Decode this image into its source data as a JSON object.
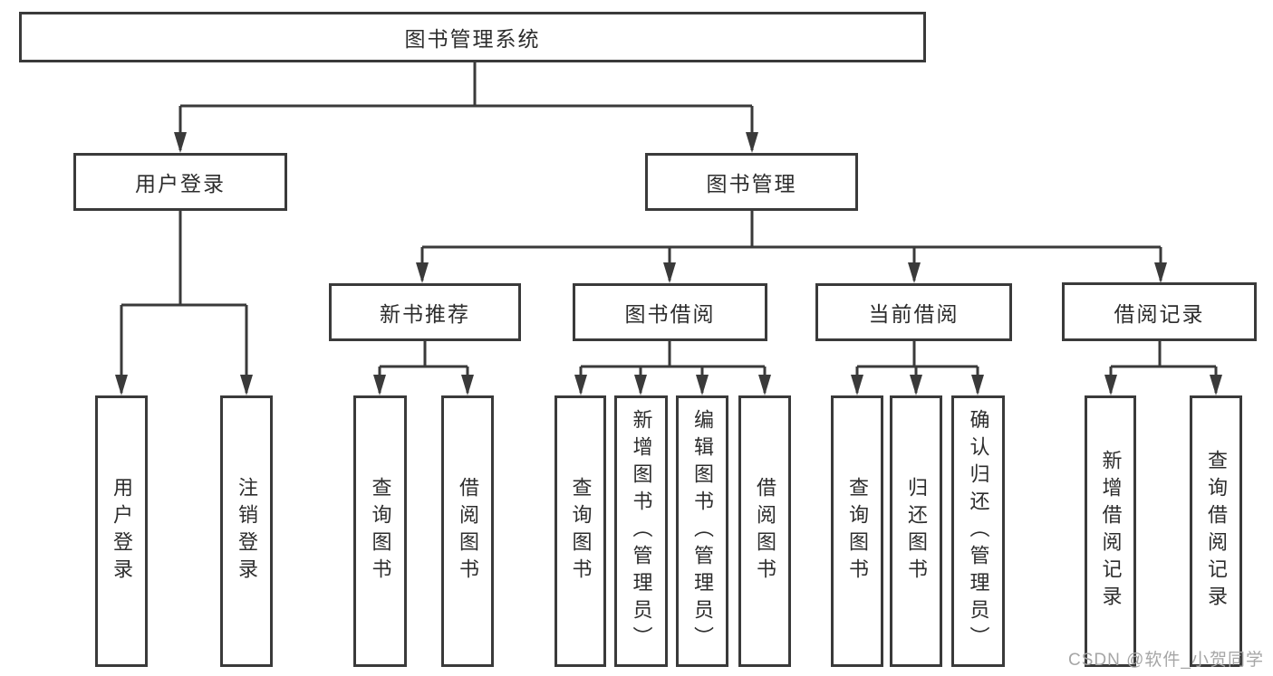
{
  "diagram_title": "图书管理系统",
  "colors": {
    "line": "#3a3a3a",
    "border": "#3a3a3a",
    "text": "#2d2d2d",
    "watermark": "#a6a6a6",
    "background": "#ffffff"
  },
  "tree": {
    "label": "图书管理系统",
    "children": [
      {
        "label": "用户登录",
        "children": [
          {
            "label": "用户登录"
          },
          {
            "label": "注销登录"
          }
        ]
      },
      {
        "label": "图书管理",
        "children": [
          {
            "label": "新书推荐",
            "children": [
              {
                "label": "查询图书"
              },
              {
                "label": "借阅图书"
              }
            ]
          },
          {
            "label": "图书借阅",
            "children": [
              {
                "label": "查询图书"
              },
              {
                "label": "新增图书（管理员）"
              },
              {
                "label": "编辑图书（管理员）"
              },
              {
                "label": "借阅图书"
              }
            ]
          },
          {
            "label": "当前借阅",
            "children": [
              {
                "label": "查询图书"
              },
              {
                "label": "归还图书"
              },
              {
                "label": "确认归还（管理员）"
              }
            ]
          },
          {
            "label": "借阅记录",
            "children": [
              {
                "label": "新增借阅记录"
              },
              {
                "label": "查询借阅记录"
              }
            ]
          }
        ]
      }
    ]
  },
  "watermark": "CSDN @软件_小贺同学"
}
